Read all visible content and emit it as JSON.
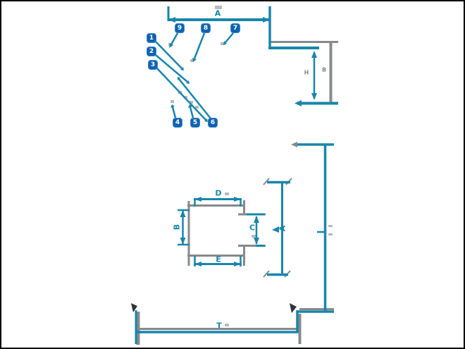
{
  "colors": {
    "dimension_teal": "#1886AB",
    "outline_grey": "#87898C",
    "faint_grey": "#B8BABC",
    "dark_mark": "#2E343A",
    "badge_blue": "#0F62B0",
    "badge_text": "#FFFFFF",
    "background": "#FFFFFF",
    "frame": "#000000"
  },
  "callouts": [
    {
      "number": "1"
    },
    {
      "number": "2"
    },
    {
      "number": "3"
    },
    {
      "number": "4"
    },
    {
      "number": "5"
    },
    {
      "number": "6"
    },
    {
      "number": "7"
    },
    {
      "number": "8"
    },
    {
      "number": "9"
    }
  ],
  "dimension_labels": {
    "top_width": "A",
    "right_height": "A",
    "square_top": "D",
    "square_left": "B",
    "square_inner": "C",
    "square_bottom": "E",
    "bottom_width": "T",
    "profile_height": "H",
    "profile_depth": "B"
  }
}
